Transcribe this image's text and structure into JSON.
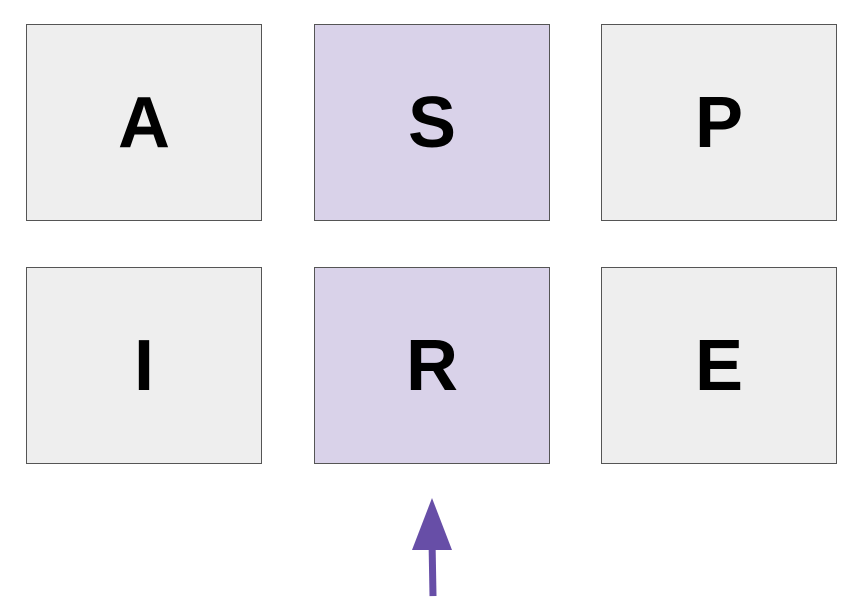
{
  "grid": {
    "tiles": [
      {
        "letter": "A",
        "highlighted": false
      },
      {
        "letter": "S",
        "highlighted": true
      },
      {
        "letter": "P",
        "highlighted": false
      },
      {
        "letter": "I",
        "highlighted": false
      },
      {
        "letter": "R",
        "highlighted": true
      },
      {
        "letter": "E",
        "highlighted": false
      }
    ]
  },
  "colors": {
    "tile_default": "#eeeeee",
    "tile_highlighted": "#d9d2e9",
    "arrow": "#674ea7",
    "border": "#555555"
  },
  "arrow": {
    "direction": "up",
    "points_to": "R"
  }
}
